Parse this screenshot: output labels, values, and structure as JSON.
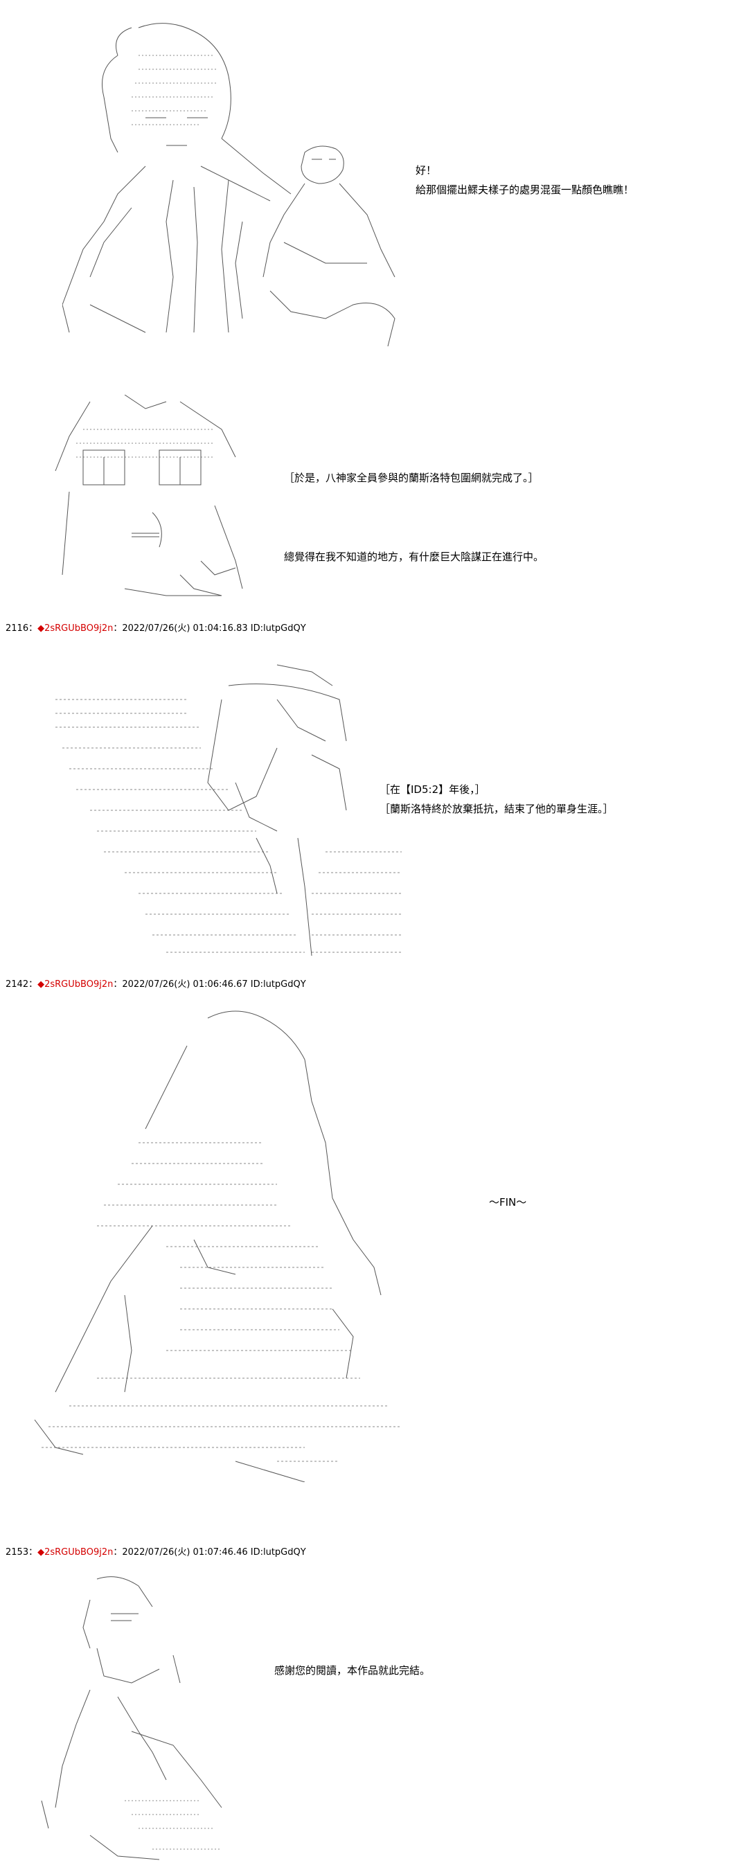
{
  "panels": [
    {
      "lines": [
        "好！",
        "給那個擺出鰥夫樣子的處男混蛋一點顏色瞧瞧！"
      ]
    },
    {
      "lines": [
        "［於是，八神家全員參與的蘭斯洛特包圍網就完成了。］",
        "總覺得在我不知道的地方，有什麼巨大陰謀正在進行中。"
      ]
    },
    {
      "header": {
        "num": "2116",
        "sep": "：",
        "mark": "◆",
        "trip": "2sRGUbBO9j2n",
        "rest": "：2022/07/26(火) 01:04:16.83 ID:lutpGdQY"
      },
      "lines": [
        "［在【ID5:2】年後，］",
        "［蘭斯洛特終於放棄抵抗，結束了他的單身生涯。］"
      ]
    },
    {
      "header": {
        "num": "2142",
        "sep": "：",
        "mark": "◆",
        "trip": "2sRGUbBO9j2n",
        "rest": "：2022/07/26(火) 01:06:46.67 ID:lutpGdQY"
      },
      "lines": [
        "～FIN～"
      ]
    },
    {
      "header": {
        "num": "2153",
        "sep": "：",
        "mark": "◆",
        "trip": "2sRGUbBO9j2n",
        "rest": "：2022/07/26(火) 01:07:46.46 ID:lutpGdQY"
      },
      "lines": [
        "感謝您的閱讀，本作品就此完結。"
      ]
    }
  ]
}
